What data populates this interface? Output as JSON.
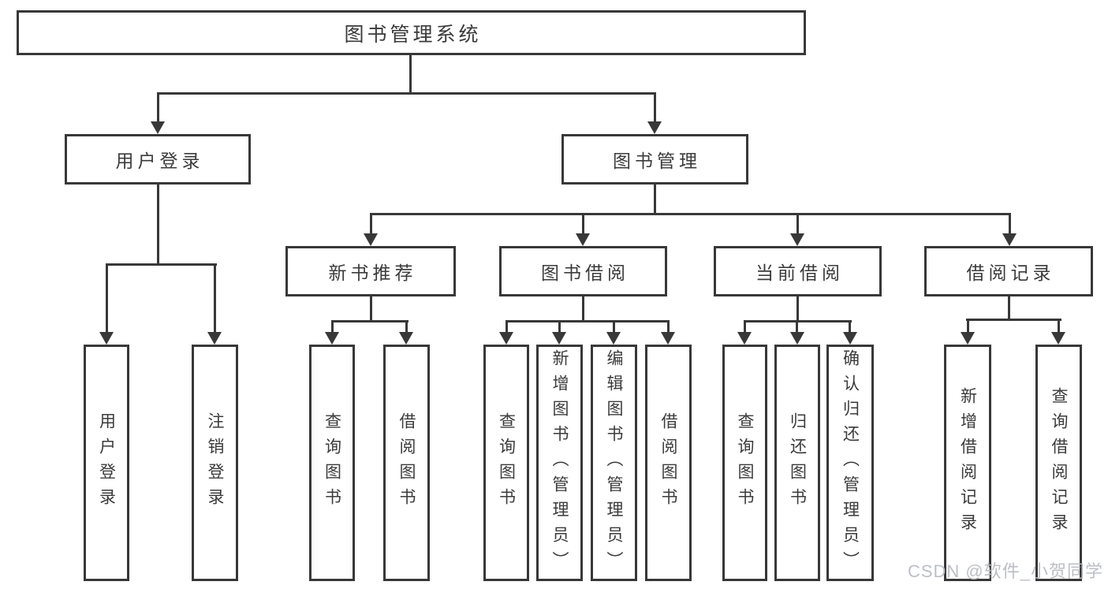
{
  "tree": {
    "label": "图书管理系统",
    "children": [
      {
        "label": "用户登录",
        "children": [
          {
            "label": "用户登录"
          },
          {
            "label": "注销登录"
          }
        ]
      },
      {
        "label": "图书管理",
        "children": [
          {
            "label": "新书推荐",
            "children": [
              {
                "label": "查询图书"
              },
              {
                "label": "借阅图书"
              }
            ]
          },
          {
            "label": "图书借阅",
            "children": [
              {
                "label": "查询图书"
              },
              {
                "label": "新增图书（管理员）"
              },
              {
                "label": "编辑图书（管理员）"
              },
              {
                "label": "借阅图书"
              }
            ]
          },
          {
            "label": "当前借阅",
            "children": [
              {
                "label": "查询图书"
              },
              {
                "label": "归还图书"
              },
              {
                "label": "确认归还（管理员）"
              }
            ]
          },
          {
            "label": "借阅记录",
            "children": [
              {
                "label": "新增借阅记录"
              },
              {
                "label": "查询借阅记录"
              }
            ]
          }
        ]
      }
    ]
  },
  "watermark": {
    "text": "CSDN @软件_小贺同学"
  },
  "colors": {
    "line": "#383838",
    "box_border": "#343434",
    "text": "#3b3b3b",
    "watermark": "#b9bcc2",
    "background": "#ffffff"
  }
}
